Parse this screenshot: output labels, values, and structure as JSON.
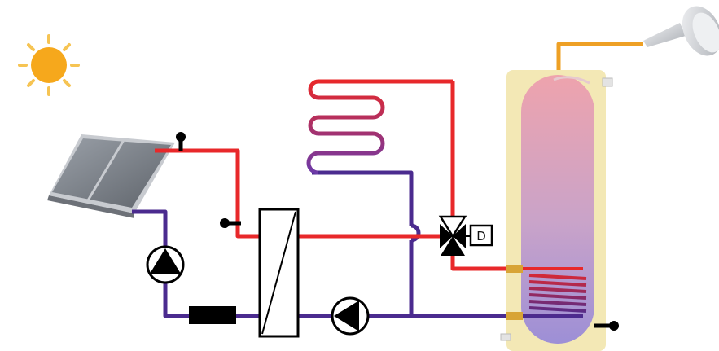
{
  "diagram": {
    "controller_label": "D",
    "colors": {
      "hot_line": "#e8282a",
      "cold_line": "#4b2b8f",
      "dhw_line": "#eea025",
      "tank_hot": "#eea3ad",
      "tank_cold": "#9d8fd6",
      "tank_shell": "#f3e8b5",
      "sun": "#f6a81c",
      "collector": "#777c84",
      "component_fill": "#000000",
      "component_stroke": "#000000"
    },
    "components": [
      "sun-icon",
      "solar-collector",
      "collector-temperature-sensor",
      "return-temperature-sensor",
      "solar-circuit-pump",
      "expansion-component",
      "plate-heat-exchanger",
      "secondary-circuit-pump",
      "three-way-diverter-valve",
      "controller",
      "radiator-coil",
      "storage-tank",
      "tank-heat-exchanger-coil",
      "tank-temperature-sensor",
      "shower-head-icon"
    ]
  }
}
